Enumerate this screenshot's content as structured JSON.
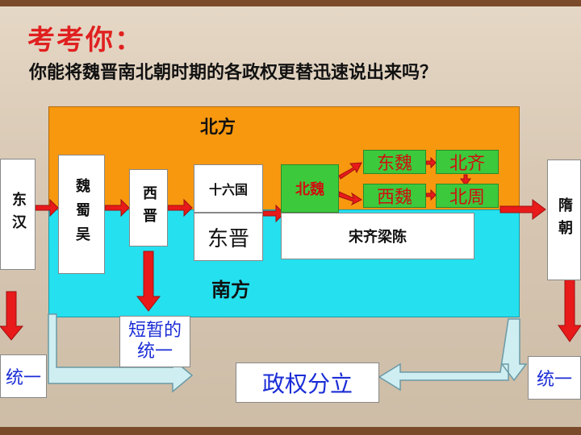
{
  "title": "考考你：",
  "question": "你能将魏晋南北朝时期的各政权更替迅速说出来吗？",
  "regions": {
    "north": "北方",
    "south": "南方"
  },
  "boxes": {
    "donghan": "东汉",
    "weishuwu": "魏蜀吴",
    "xijin": "西晋",
    "shiliuguo": "十六国",
    "dongjin": "东晋",
    "beiwei": "北魏",
    "songqiliangchen": "宋齐梁陈",
    "dongwei": "东魏",
    "beiqi": "北齐",
    "xiwei": "西魏",
    "beizhou": "北周",
    "suichao": "隋朝"
  },
  "labels": {
    "unify_left": "统一",
    "unify_right": "统一",
    "short_unify_1": "短暂的",
    "short_unify_2": "统一",
    "division": "政权分立"
  },
  "colors": {
    "north": "#f7980f",
    "south": "#25e0ef",
    "accent_red": "#e01515",
    "blue_text": "#1a2cd6"
  }
}
